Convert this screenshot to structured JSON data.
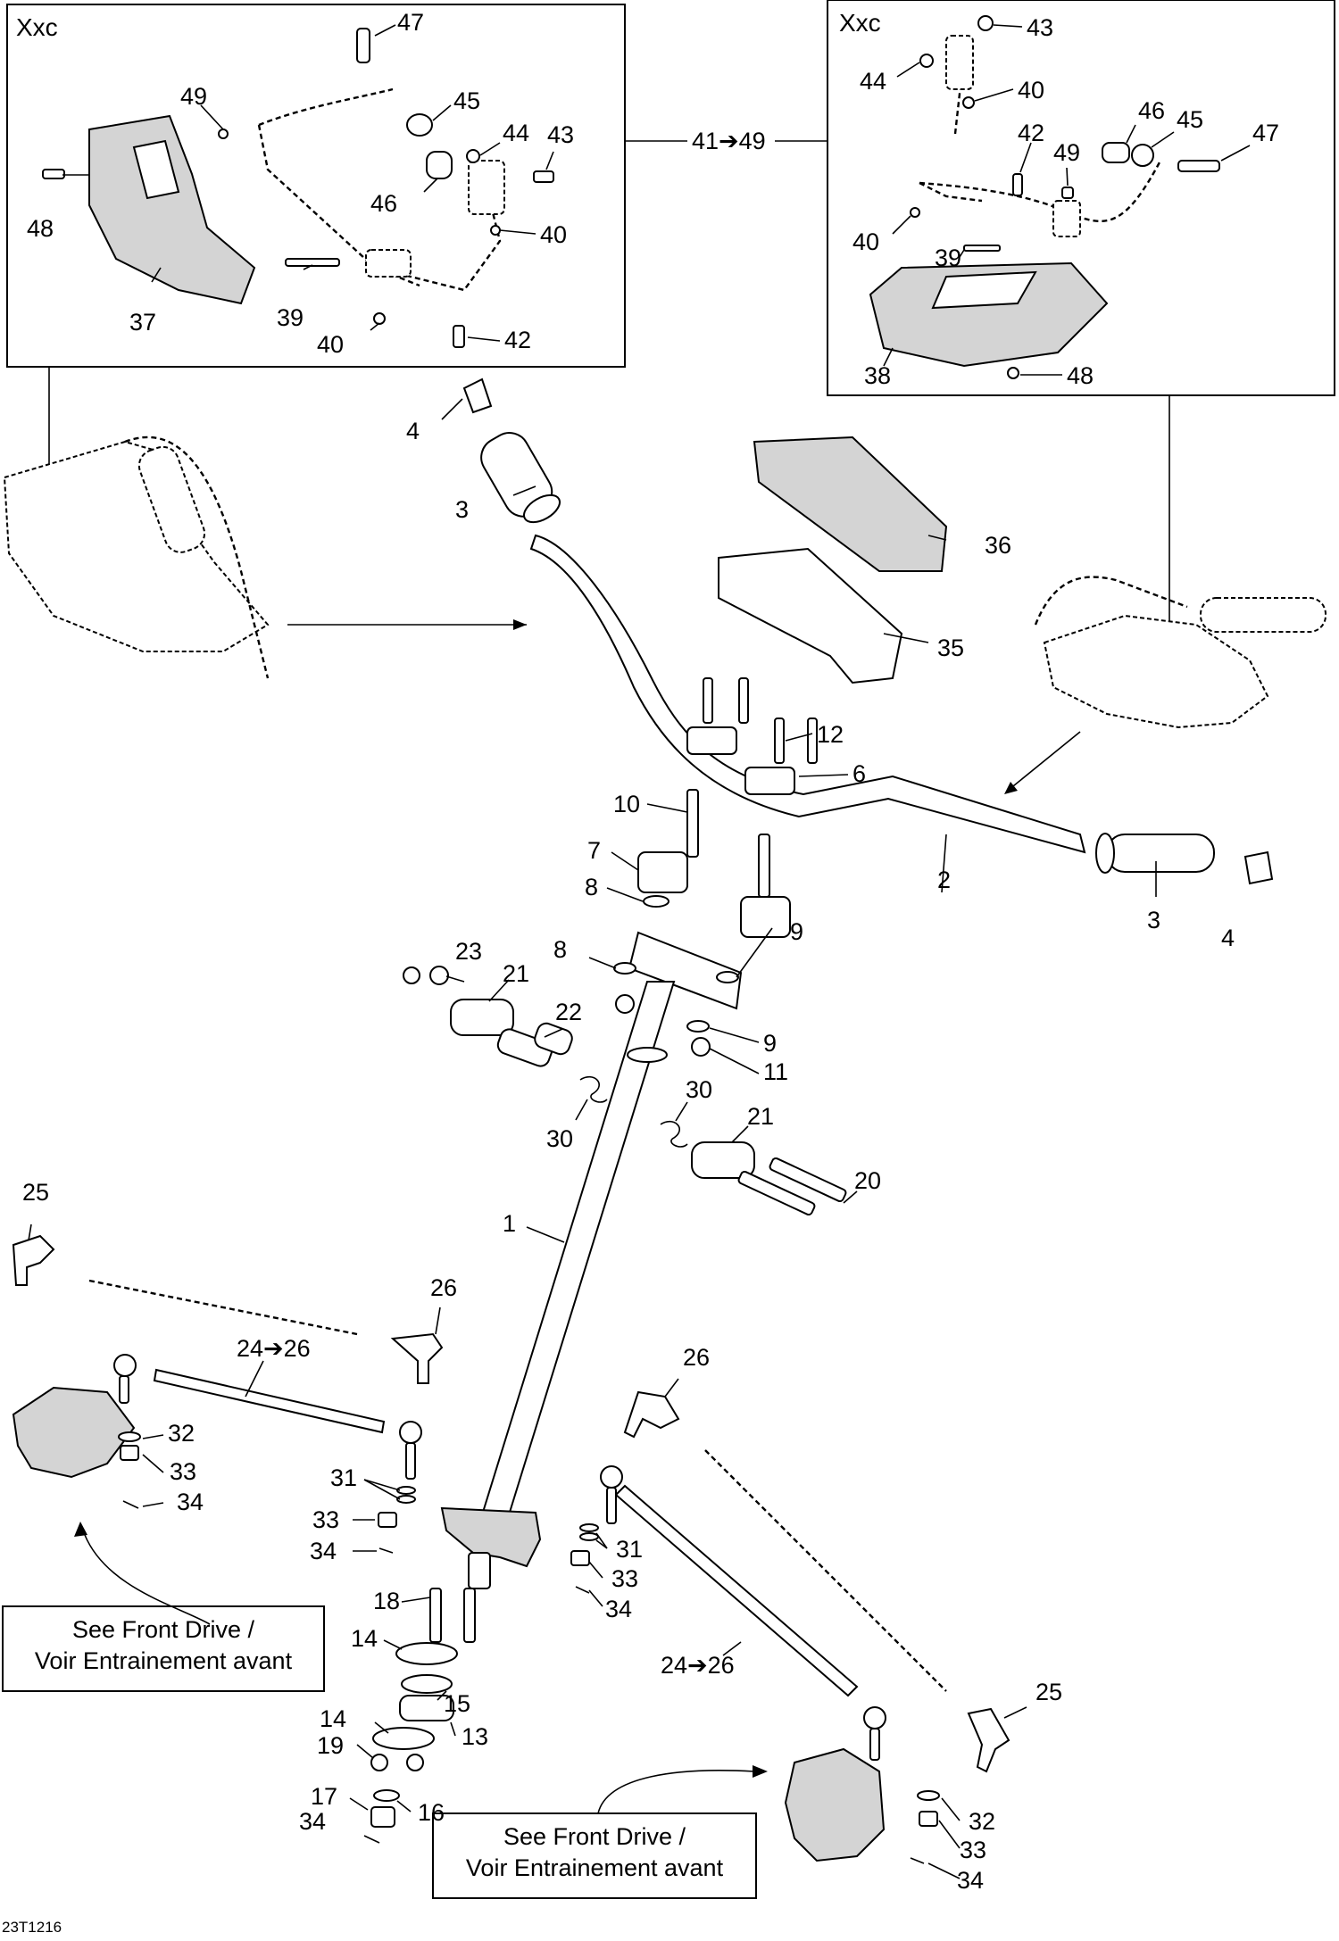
{
  "diagram": {
    "insets": [
      {
        "title": "Xxc",
        "range_label": "41➔49"
      },
      {
        "title": "Xxc"
      }
    ],
    "callouts": {
      "n1": "1",
      "n2": "2",
      "n3a": "3",
      "n3b": "3",
      "n4a": "4",
      "n4b": "4",
      "n6": "6",
      "n7": "7",
      "n8a": "8",
      "n8b": "8",
      "n9a": "9",
      "n9b": "9",
      "n10": "10",
      "n11": "11",
      "n12": "12",
      "n13": "13",
      "n14a": "14",
      "n14b": "14",
      "n15": "15",
      "n16": "16",
      "n17": "17",
      "n18": "18",
      "n19": "19",
      "n20": "20",
      "n21a": "21",
      "n21b": "21",
      "n22": "22",
      "n23": "23",
      "n24a": "24➔26",
      "n24b": "24➔26",
      "n25a": "25",
      "n25b": "25",
      "n26a": "26",
      "n26b": "26",
      "n30a": "30",
      "n30b": "30",
      "n31a": "31",
      "n31b": "31",
      "n32a": "32",
      "n32b": "32",
      "n33a": "33",
      "n33b": "33",
      "n33c": "33",
      "n34a": "34",
      "n34b": "34",
      "n34c": "34",
      "n34d": "34",
      "n35": "35",
      "n36": "36",
      "l47": "47",
      "l49": "49",
      "l45": "45",
      "l44": "44",
      "l43": "43",
      "l48": "48",
      "l46": "46",
      "l40a": "40",
      "l40b": "40",
      "l37": "37",
      "l39": "39",
      "l42": "42",
      "r43": "43",
      "r44": "44",
      "r40a": "40",
      "r40b": "40",
      "r42": "42",
      "r46": "46",
      "r45": "45",
      "r47": "47",
      "r49": "49",
      "r39": "39",
      "r38": "38",
      "r48": "48"
    },
    "references": [
      {
        "line1": "See Front Drive /",
        "line2": "Voir Entrainement avant"
      },
      {
        "line1": "See Front Drive /",
        "line2": "Voir Entrainement avant"
      }
    ],
    "drawing_code": "23T1216"
  }
}
